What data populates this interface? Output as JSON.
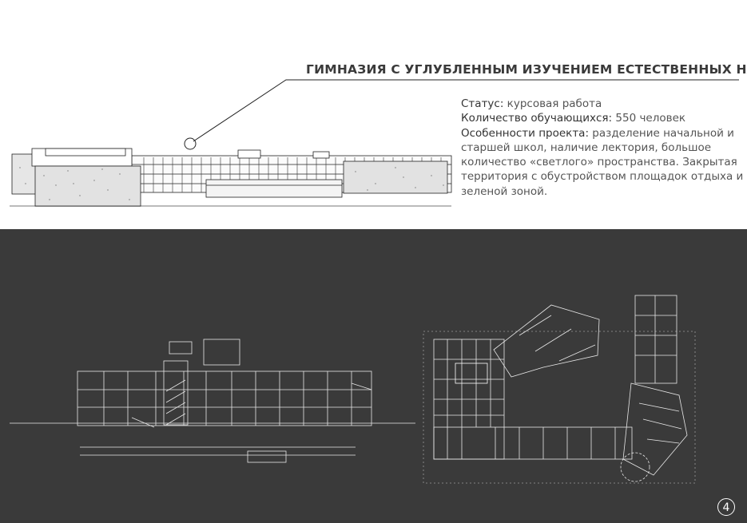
{
  "header": {
    "title": "ГИМНАЗИЯ С УГЛУБЛЕННЫМ ИЗУЧЕНИЕМ ЕСТЕСТВЕННЫХ НАУК"
  },
  "info": {
    "status_label": "Статус:",
    "status_value": " курсовая работа",
    "students_label": "Количество обучающихся:",
    "students_value": " 550 человек",
    "features_label": "Особенности проекта:",
    "features_value": " разделение начальной и старшей школ, наличие лектория, большое количество «светлого» пространства. Закрытая территория с обустройством площадок отдыха и зеленой зоной."
  },
  "page_number": "4",
  "colors": {
    "top_background": "#ffffff",
    "bottom_background": "#3a3a3a",
    "drawing_lines": "#ffffff"
  }
}
